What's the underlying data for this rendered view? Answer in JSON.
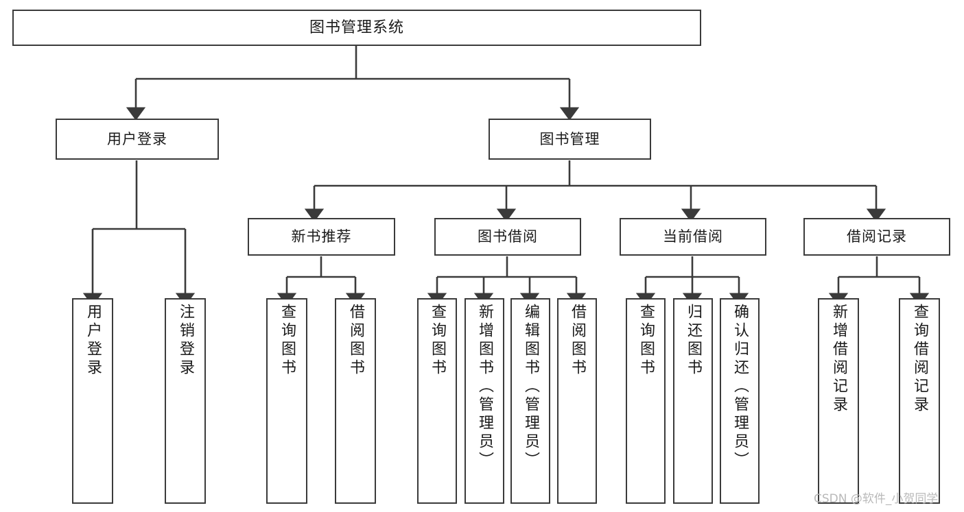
{
  "diagram": {
    "title": "图书管理系统",
    "type": "tree-hierarchy-diagram",
    "style": {
      "box_border_color": "#3a3a3a",
      "box_fill_color": "#ffffff",
      "connector_color": "#3a3a3a",
      "background_color": "#ffffff",
      "text_color": "#1a1a1a"
    },
    "root": {
      "id": "root",
      "label": "图书管理系统"
    },
    "level2": [
      {
        "id": "n-user-login",
        "label": "用户登录"
      },
      {
        "id": "n-book-manage",
        "label": "图书管理"
      }
    ],
    "level3": [
      {
        "id": "n-new-book-rec",
        "label": "新书推荐",
        "parent": "n-book-manage"
      },
      {
        "id": "n-book-borrow",
        "label": "图书借阅",
        "parent": "n-book-manage"
      },
      {
        "id": "n-current-borrow",
        "label": "当前借阅",
        "parent": "n-book-manage"
      },
      {
        "id": "n-borrow-record",
        "label": "借阅记录",
        "parent": "n-book-manage"
      }
    ],
    "leaves": [
      {
        "id": "leaf-user-login",
        "label": "用户登录",
        "parent": "n-user-login"
      },
      {
        "id": "leaf-logout-login",
        "label": "注销登录",
        "parent": "n-user-login"
      },
      {
        "id": "leaf-query-book-1",
        "label": "查询图书",
        "parent": "n-new-book-rec"
      },
      {
        "id": "leaf-borrow-book-1",
        "label": "借阅图书",
        "parent": "n-new-book-rec"
      },
      {
        "id": "leaf-query-book-2",
        "label": "查询图书",
        "parent": "n-book-borrow"
      },
      {
        "id": "leaf-add-book",
        "label": "新增图书（管理员）",
        "parent": "n-book-borrow"
      },
      {
        "id": "leaf-edit-book",
        "label": "编辑图书（管理员）",
        "parent": "n-book-borrow"
      },
      {
        "id": "leaf-borrow-book-2",
        "label": "借阅图书",
        "parent": "n-book-borrow"
      },
      {
        "id": "leaf-query-book-3",
        "label": "查询图书",
        "parent": "n-current-borrow"
      },
      {
        "id": "leaf-return-book",
        "label": "归还图书",
        "parent": "n-current-borrow"
      },
      {
        "id": "leaf-confirm-return",
        "label": "确认归还（管理员）",
        "parent": "n-current-borrow"
      },
      {
        "id": "leaf-add-record",
        "label": "新增借阅记录",
        "parent": "n-borrow-record"
      },
      {
        "id": "leaf-query-record",
        "label": "查询借阅记录",
        "parent": "n-borrow-record"
      }
    ]
  },
  "watermark": {
    "text": "CSDN @软件_小贺同学"
  }
}
